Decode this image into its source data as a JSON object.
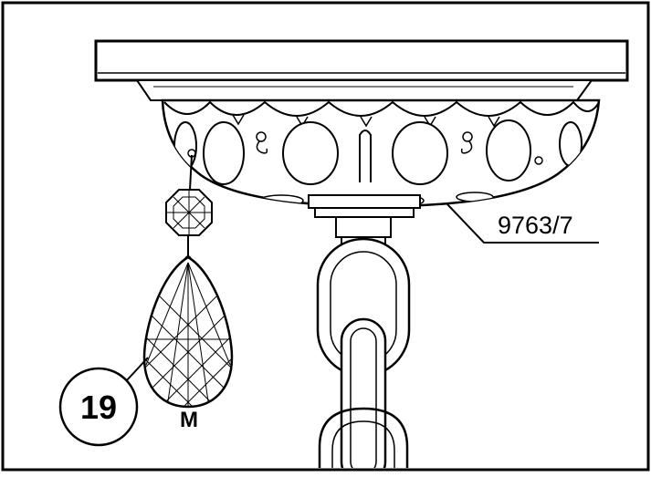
{
  "diagram": {
    "part_number_label": "9763/7",
    "callout_number": "19",
    "callout_letter": "M",
    "parts": [
      "ceiling-canopy",
      "cup-holder",
      "octagon-crystal",
      "pendeloque-crystal",
      "chain-link"
    ]
  }
}
